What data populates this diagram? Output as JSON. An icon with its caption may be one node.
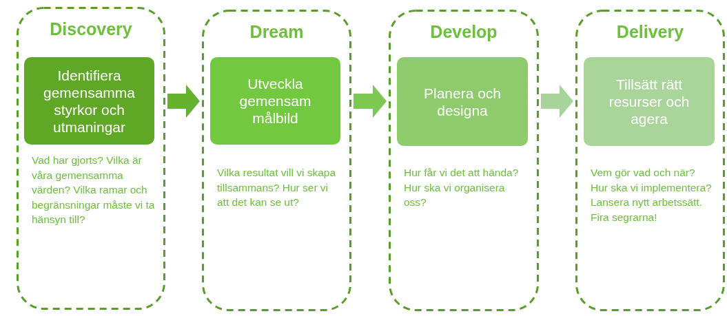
{
  "diagram": {
    "nodes": [
      {
        "text": [
          "Discovery",
          "Vad har gjorts? Vilka är våra gemensamma värden? Vilka ramar och begränsningar måste vi ta hänsyn till?"
        ]
      },
      {
        "text": [
          "Identifiera gemensamma styrkor och utmaningar"
        ],
        "in": 0
      },
      {
        "text": [
          "Dream",
          "Vilka resultat vill vi skapa tillsammans? Hur ser vi att det kan se ut?"
        ]
      },
      {
        "text": [
          "Utveckla gemensam målbild"
        ],
        "in": 2
      },
      {
        "text": [
          "Develop",
          "Hur får vi det att hända? Hur ska vi organisera oss?"
        ]
      },
      {
        "text": [
          "Planera och designa"
        ],
        "in": 4
      },
      {
        "text": [
          "Delivery",
          "Vem gör vad och när? Hur ska vi implementera? Lansera nytt arbetssätt. Fira segrarna!"
        ]
      },
      {
        "text": [
          "Tillsätt rätt resurser och agera"
        ],
        "in": 6
      }
    ],
    "edges": [
      {
        "from": 0,
        "to": 2,
        "arrow": "to",
        "style": "thick",
        "color": "#64b22e"
      },
      {
        "from": 2,
        "to": 4,
        "arrow": "to",
        "style": "thick",
        "color": "#7cc851"
      },
      {
        "from": 4,
        "to": 6,
        "arrow": "to",
        "style": "thick",
        "color": "#a8d49a"
      }
    ]
  }
}
